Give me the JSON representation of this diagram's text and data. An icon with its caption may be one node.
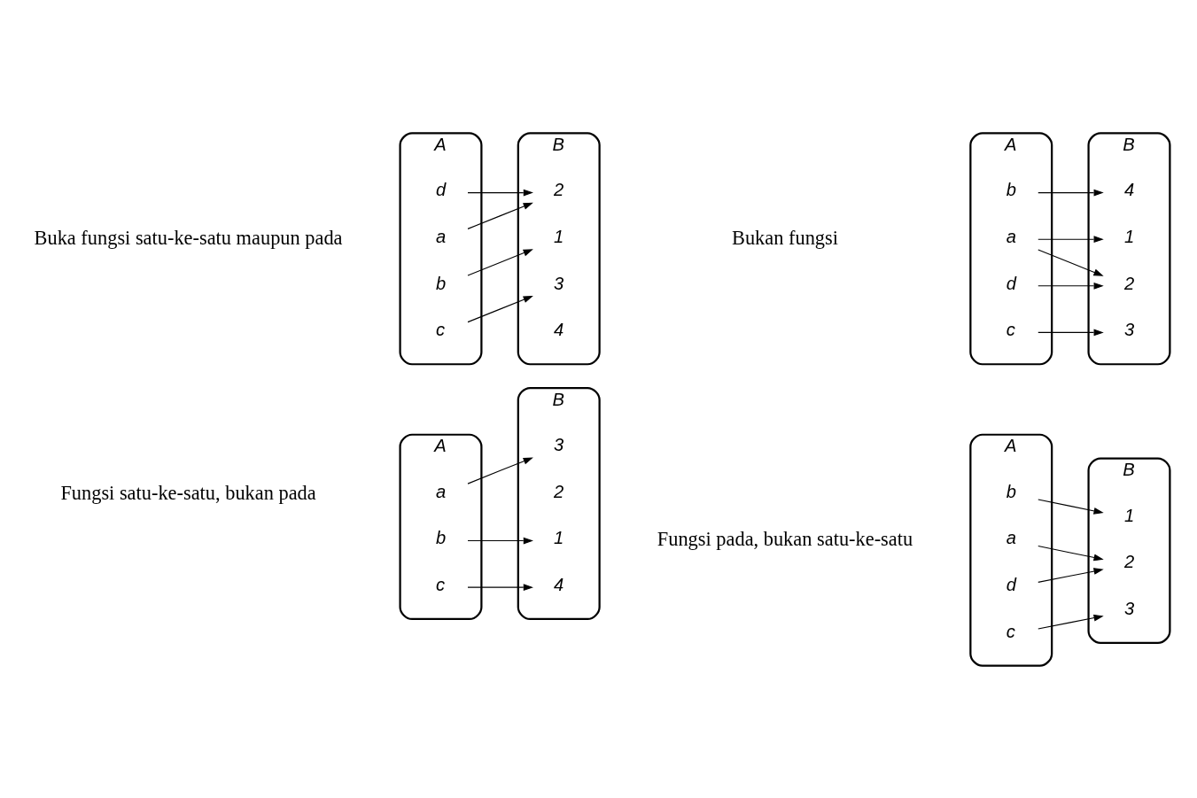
{
  "diagram": {
    "nodes": [
      {
        "text": [
          "A"
        ]
      },
      {
        "text": [
          "a"
        ],
        "in": 0
      },
      {
        "text": [
          "b"
        ],
        "in": 0
      },
      {
        "text": [
          "c"
        ],
        "in": 0
      },
      {
        "text": [
          "B"
        ]
      },
      {
        "text": [
          "1"
        ],
        "in": 4
      },
      {
        "text": [
          "2"
        ],
        "in": 4
      },
      {
        "text": [
          "3"
        ],
        "in": 4
      },
      {
        "text": [
          "4"
        ],
        "in": 4
      },
      {
        "text": [
          "A"
        ]
      },
      {
        "text": [
          "a"
        ],
        "in": 9
      },
      {
        "text": [
          "b"
        ],
        "in": 9
      },
      {
        "text": [
          "c"
        ],
        "in": 9
      },
      {
        "text": [
          "d"
        ],
        "in": 9
      },
      {
        "text": [
          "B"
        ]
      },
      {
        "text": [
          "1"
        ],
        "in": 14
      },
      {
        "text": [
          "2"
        ],
        "in": 14
      },
      {
        "text": [
          "3"
        ],
        "in": 14
      },
      {
        "text": [
          "A"
        ]
      },
      {
        "text": [
          "a"
        ],
        "in": 18
      },
      {
        "text": [
          "b"
        ],
        "in": 18
      },
      {
        "text": [
          "c"
        ],
        "in": 18
      },
      {
        "text": [
          "d"
        ],
        "in": 18
      },
      {
        "text": [
          "B"
        ]
      },
      {
        "text": [
          "1"
        ],
        "in": 23
      },
      {
        "text": [
          "2"
        ],
        "in": 23
      },
      {
        "text": [
          "3"
        ],
        "in": 23
      },
      {
        "text": [
          "4"
        ],
        "in": 23
      },
      {
        "text": [
          "A"
        ]
      },
      {
        "text": [
          "a"
        ],
        "in": 28
      },
      {
        "text": [
          "b"
        ],
        "in": 28
      },
      {
        "text": [
          "c"
        ],
        "in": 28
      },
      {
        "text": [
          "d"
        ],
        "in": 28
      },
      {
        "text": [
          "B"
        ]
      },
      {
        "text": [
          "1"
        ],
        "in": 33
      },
      {
        "text": [
          "2"
        ],
        "in": 33
      },
      {
        "text": [
          "3"
        ],
        "in": 33
      },
      {
        "text": [
          "4"
        ],
        "in": 33
      }
    ],
    "edges": [
      {
        "from": 1,
        "to": 7,
        "arrow": "to"
      },
      {
        "from": 2,
        "to": 5,
        "arrow": "to"
      },
      {
        "from": 3,
        "to": 8,
        "arrow": "to"
      },
      {
        "from": 10,
        "to": 16,
        "arrow": "to"
      },
      {
        "from": 11,
        "to": 15,
        "arrow": "to"
      },
      {
        "from": 12,
        "to": 17,
        "arrow": "to"
      },
      {
        "from": 13,
        "to": 16,
        "arrow": "to"
      },
      {
        "from": 19,
        "to": 25,
        "arrow": "to"
      },
      {
        "from": 20,
        "to": 24,
        "arrow": "to"
      },
      {
        "from": 21,
        "to": 26,
        "arrow": "to"
      },
      {
        "from": 22,
        "to": 25,
        "arrow": "to"
      },
      {
        "from": 29,
        "to": 34,
        "arrow": "to"
      },
      {
        "from": 29,
        "to": 35,
        "arrow": "to"
      },
      {
        "from": 30,
        "to": 37,
        "arrow": "to"
      },
      {
        "from": 31,
        "to": 36,
        "arrow": "to"
      },
      {
        "from": 32,
        "to": 35,
        "arrow": "to"
      }
    ],
    "labels": [
      "Fungsi satu-ke-satu, bukan pada",
      "Fungsi pada, bukan satu-ke-satu",
      "Buka fungsi satu-ke-satu maupun pada",
      "Bukan fungsi"
    ]
  }
}
